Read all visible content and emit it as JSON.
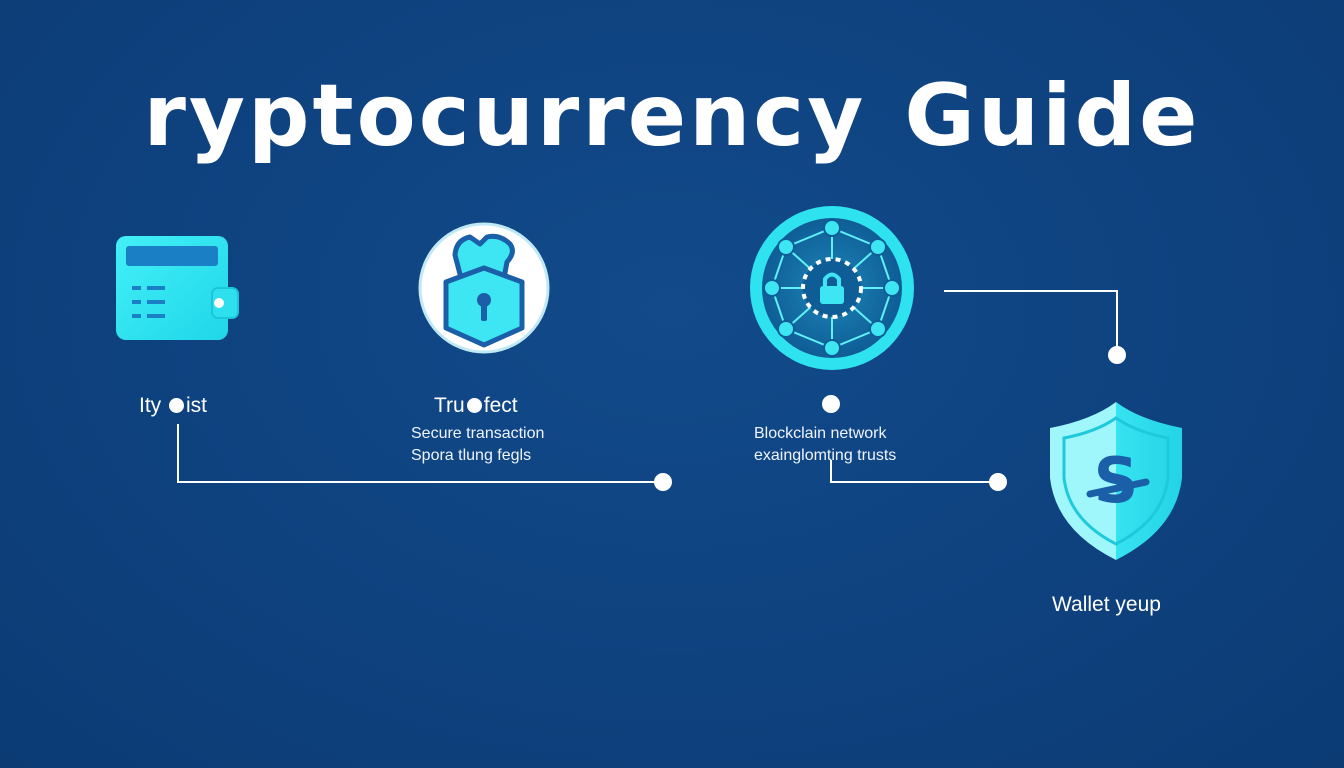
{
  "title": {
    "part1": "ryptocurrency",
    "part2": "Guide"
  },
  "steps": [
    {
      "id": "wallet",
      "icon": "wallet-icon",
      "label_left": "Ity",
      "label_right": "ist",
      "desc": []
    },
    {
      "id": "lock",
      "icon": "padlock-icon",
      "label_left": "Tru",
      "label_right": "fect",
      "desc": [
        "Secure transaction",
        "Spora tlung fegls"
      ]
    },
    {
      "id": "network",
      "icon": "blockchain-network-icon",
      "label_left": "",
      "label_right": "",
      "desc": [
        "Blockclain network",
        "exainglomting trusts"
      ]
    },
    {
      "id": "shield",
      "icon": "shield-dollar-icon",
      "label_left": "Wallet yeup",
      "label_right": "",
      "desc": []
    }
  ],
  "colors": {
    "background": "#0e427f",
    "accent": "#2ee6f2",
    "accent_light": "#7ff3fb",
    "line": "#ffffff"
  }
}
